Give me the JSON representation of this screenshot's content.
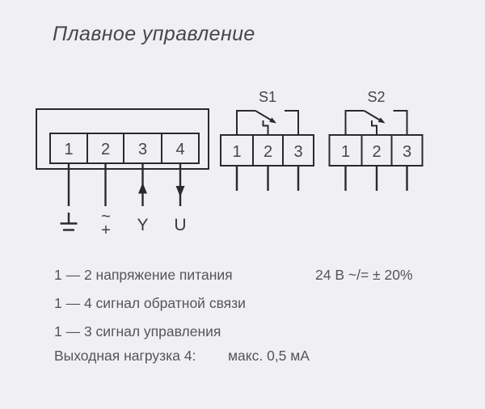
{
  "title": "Плавное управление",
  "main_block": {
    "terminals": [
      "1",
      "2",
      "3",
      "4"
    ],
    "ac_dc_top": "~",
    "ac_dc_bottom": "+",
    "y_label": "Y",
    "u_label": "U"
  },
  "switch_s1": {
    "label": "S1",
    "terminals": [
      "1",
      "2",
      "3"
    ]
  },
  "switch_s2": {
    "label": "S2",
    "terminals": [
      "1",
      "2",
      "3"
    ]
  },
  "legend": {
    "rows": [
      {
        "left": "1 — 2 напряжение питания",
        "right": "24 В ~/= ± 20%"
      },
      {
        "left": "1 — 4 сигнал обратной связи",
        "right": ""
      },
      {
        "left": "1 — 3 сигнал управления",
        "right": ""
      },
      {
        "left": "Выходная нагрузка 4:",
        "right": "макс. 0,5 мА"
      }
    ]
  },
  "colors": {
    "background": "#f0f0f2",
    "stroke": "#2a2a2c",
    "body_text": "#54545a",
    "title_text": "#47474b"
  }
}
